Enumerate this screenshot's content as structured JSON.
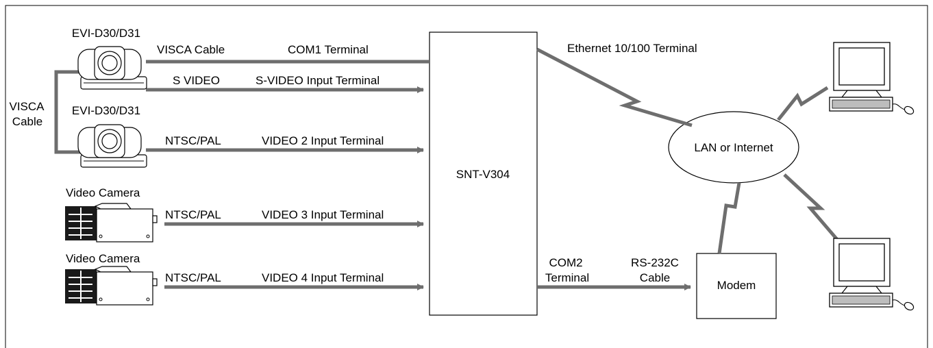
{
  "devices": {
    "camera1_label": "EVI-D30/D31",
    "camera2_label": "EVI-D30/D31",
    "video_camera3_label": "Video Camera",
    "video_camera4_label": "Video Camera",
    "hub_label": "SNT-V304",
    "network_label": "LAN or Internet",
    "modem_label": "Modem"
  },
  "links": {
    "visca_daisy": [
      "VISCA",
      "Cable"
    ],
    "visca_cable": "VISCA Cable",
    "com1_terminal": "COM1 Terminal",
    "s_video": "S VIDEO",
    "s_video_input": "S-VIDEO Input Terminal",
    "ntsc_pal_2": "NTSC/PAL",
    "video2_input": "VIDEO 2 Input Terminal",
    "ntsc_pal_3": "NTSC/PAL",
    "video3_input": "VIDEO 3 Input Terminal",
    "ntsc_pal_4": "NTSC/PAL",
    "video4_input": "VIDEO 4 Input Terminal",
    "ethernet_terminal": "Ethernet 10/100 Terminal",
    "com2_terminal": [
      "COM2",
      "Terminal"
    ],
    "rs232c_cable": [
      "RS-232C",
      "Cable"
    ]
  },
  "icons": {
    "ptz_camera": "ptz-camera-icon",
    "video_camera": "video-camera-icon",
    "computer": "computer-icon"
  },
  "colors": {
    "line": "#6e6e6e",
    "outline": "#000000"
  }
}
